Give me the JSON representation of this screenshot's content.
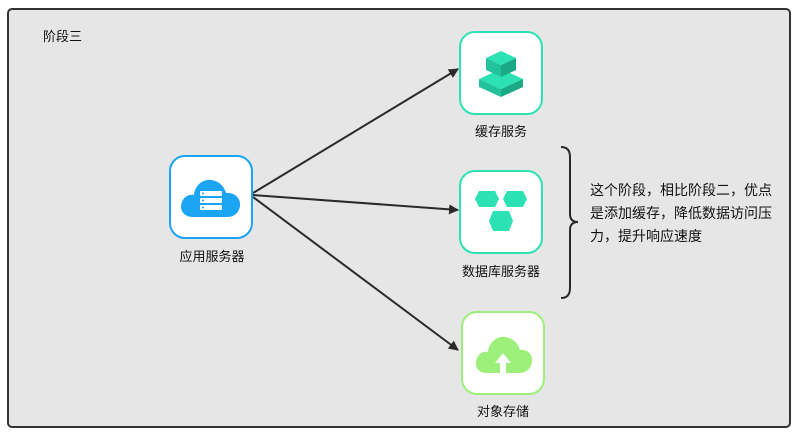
{
  "stage_title": "阶段三",
  "nodes": {
    "app_server": {
      "label": "应用服务器",
      "color": "#1aa4f2"
    },
    "cache": {
      "label": "缓存服务",
      "color": "#2ce2b4"
    },
    "database": {
      "label": "数据库服务器",
      "color": "#2ce2b4"
    },
    "object_storage": {
      "label": "对象存储",
      "color": "#9cf07a"
    }
  },
  "note": "这个阶段，相比阶段二，优点是添加缓存，降低数据访问压力，提升响应速度",
  "icons": {
    "app_server": "cloud-server-icon",
    "cache": "layered-cube-icon",
    "database": "hexagon-cluster-icon",
    "object_storage": "cloud-upload-icon"
  }
}
